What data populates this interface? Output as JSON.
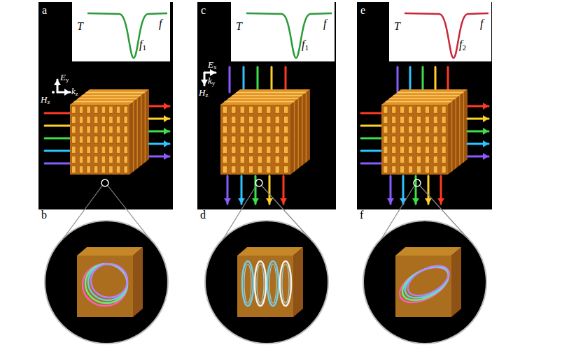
{
  "diagram": {
    "nodes": [
      {
        "text": [
          "a"
        ]
      },
      {
        "text": [
          "T",
          "f1",
          "f"
        ],
        "in": 0
      },
      {
        "text": [
          "c"
        ]
      },
      {
        "text": [
          "T",
          "f1",
          "f"
        ],
        "in": 2
      },
      {
        "text": [
          "e"
        ]
      },
      {
        "text": [
          "T",
          "f2",
          "f"
        ],
        "in": 4
      },
      {
        "text": [
          "b"
        ]
      },
      {
        "text": [
          "d"
        ]
      },
      {
        "text": [
          "f"
        ]
      }
    ],
    "labels": [
      "Ey",
      "kz",
      "Hz",
      "Ex",
      "Hz",
      "ky"
    ]
  }
}
